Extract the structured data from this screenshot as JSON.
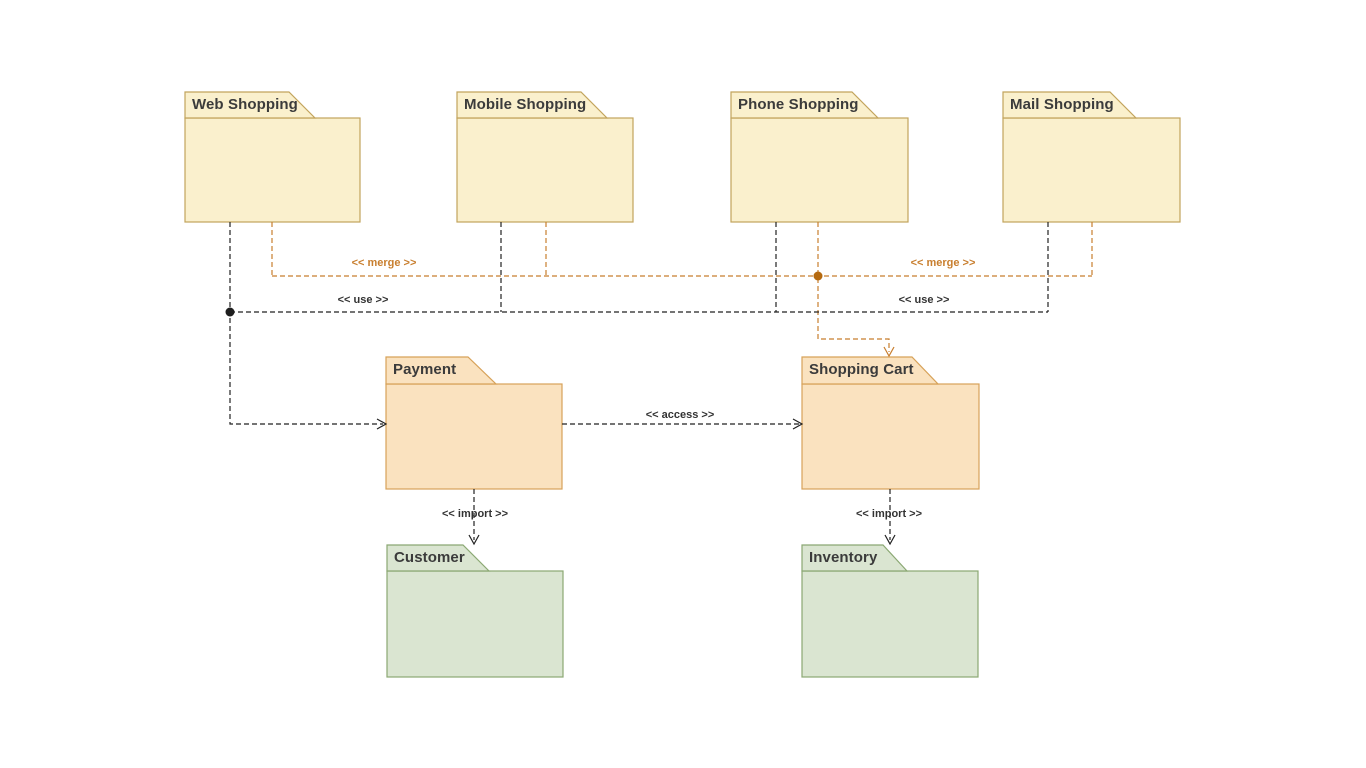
{
  "packages": [
    {
      "id": "web-shopping",
      "label": "Web Shopping"
    },
    {
      "id": "mobile-shopping",
      "label": "Mobile Shopping"
    },
    {
      "id": "phone-shopping",
      "label": "Phone Shopping"
    },
    {
      "id": "mail-shopping",
      "label": "Mail Shopping"
    },
    {
      "id": "payment",
      "label": "Payment"
    },
    {
      "id": "shopping-cart",
      "label": "Shopping Cart"
    },
    {
      "id": "customer",
      "label": "Customer"
    },
    {
      "id": "inventory",
      "label": "Inventory"
    }
  ],
  "stereotypes": {
    "merge": "<< merge >>",
    "use": "<< use >>",
    "access": "<< access >>",
    "import": "<< import >>"
  },
  "colors": {
    "background": "#ffffff",
    "channel_fill": "#faf0cd",
    "channel_border": "#c2a45c",
    "core_fill": "#fae2bf",
    "core_border": "#d7a259",
    "data_fill": "#dae5d1",
    "data_border": "#8ba873",
    "use_line": "#222222",
    "use_dot": "#1e1e1e",
    "merge_line": "#c87e2e",
    "merge_dot": "#b5690f",
    "title_text": "#3b3b3b",
    "label_text": "#333333"
  }
}
